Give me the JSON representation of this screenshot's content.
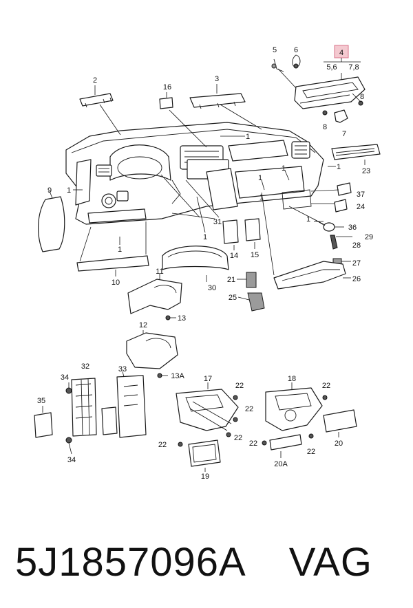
{
  "callouts": {
    "c1": "1",
    "c2": "2",
    "c3": "3",
    "c4": "4",
    "c4_sub_a": "5,6",
    "c4_sub_b": "7,8",
    "c5": "5",
    "c6": "6",
    "c7": "7",
    "c8": "8",
    "c9": "9",
    "c10": "10",
    "c11": "11",
    "c12": "12",
    "c13": "13",
    "c13a": "13A",
    "c14": "14",
    "c15": "15",
    "c16": "16",
    "c17": "17",
    "c18": "18",
    "c19": "19",
    "c20": "20",
    "c20a": "20A",
    "c21": "21",
    "c22": "22",
    "c23": "23",
    "c24": "24",
    "c25": "25",
    "c26": "26",
    "c27": "27",
    "c28": "28",
    "c29": "29",
    "c30": "30",
    "c31": "31",
    "c32": "32",
    "c33": "33",
    "c34": "34",
    "c35": "35",
    "c36": "36",
    "c37": "37"
  },
  "caption": {
    "part_number": "5J1857096A",
    "brand": "VAG"
  },
  "colors": {
    "highlight_fill": "#f4c9d0",
    "highlight_stroke": "#d9738a",
    "line": "#1a1a1a"
  }
}
